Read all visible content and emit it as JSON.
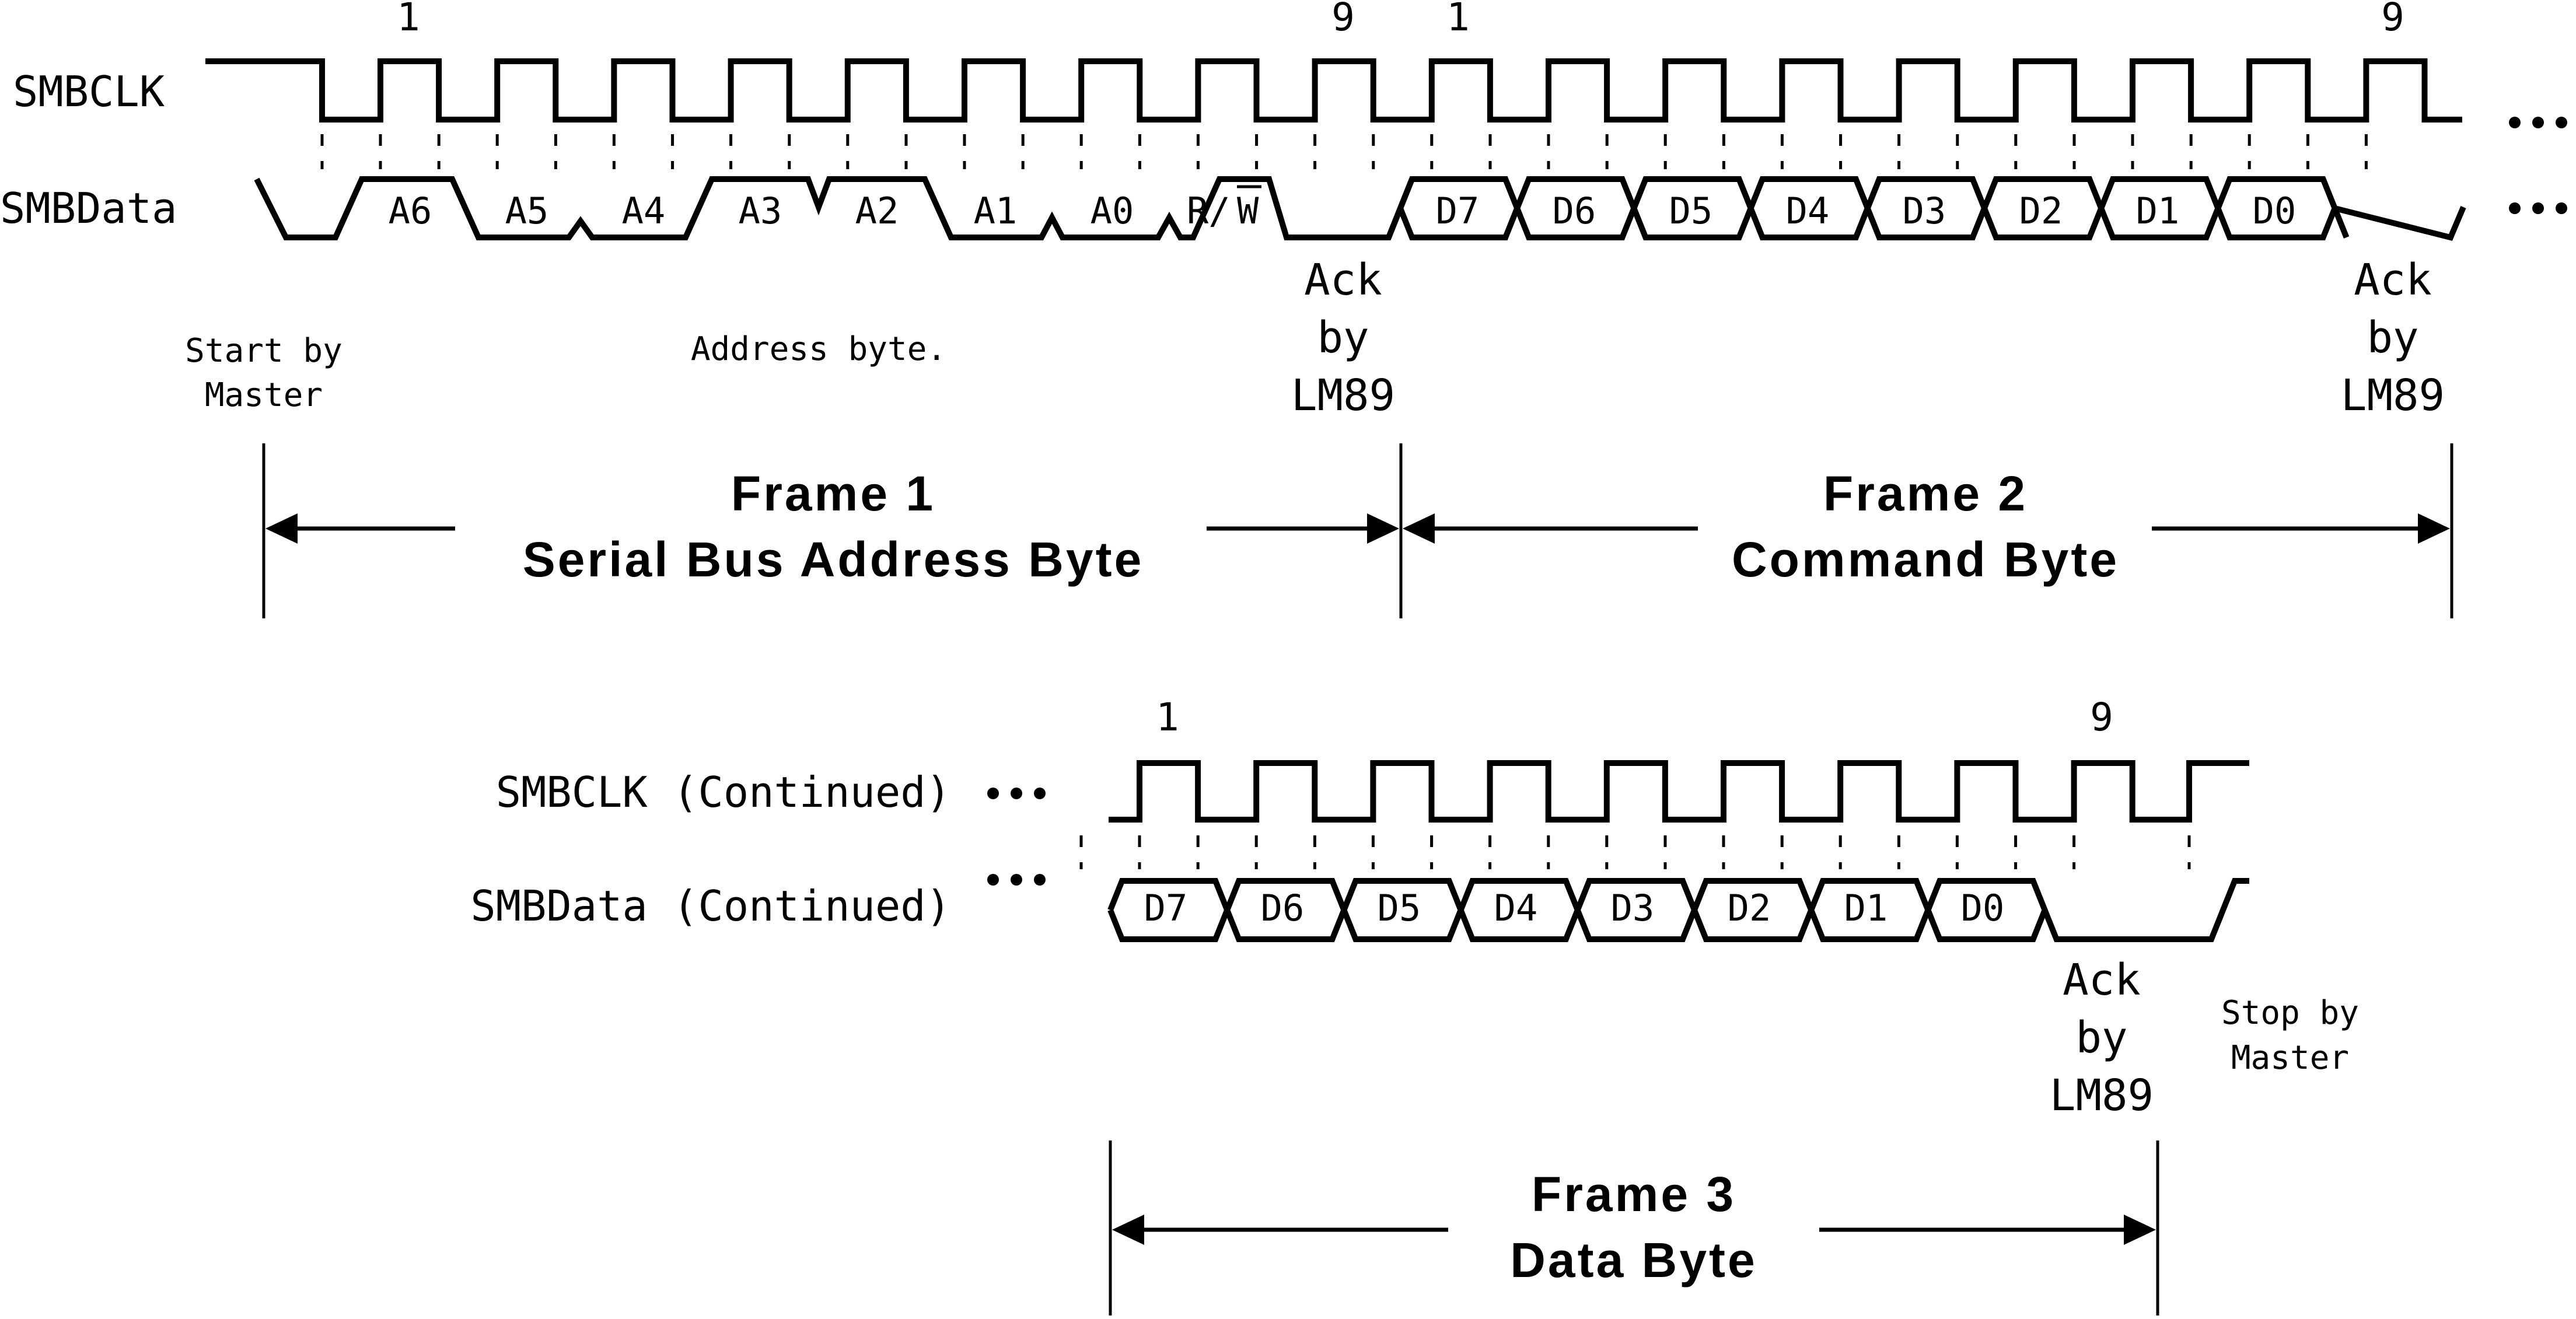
{
  "signals": {
    "clk": "SMBCLK",
    "data": "SMBData",
    "clk_continued": "SMBCLK (Continued)",
    "data_continued": "SMBData (Continued)"
  },
  "clock_numbers": {
    "frame1_start": "1",
    "frame1_end": "9",
    "frame2_start": "1",
    "frame2_end": "9",
    "frame3_start": "1",
    "frame3_end": "9"
  },
  "address_bits": [
    "A6",
    "A5",
    "A4",
    "A3",
    "A2",
    "A1",
    "A0"
  ],
  "rw_bit": {
    "r": "R/",
    "w": "W"
  },
  "data_bits": [
    "D7",
    "D6",
    "D5",
    "D4",
    "D3",
    "D2",
    "D1",
    "D0"
  ],
  "annotations": {
    "start": [
      "Start by",
      "Master"
    ],
    "address": "Address byte.",
    "ack": [
      "Ack",
      "by",
      "LM89"
    ],
    "stop": [
      "Stop by",
      "Master"
    ]
  },
  "frames": [
    {
      "title": "Frame 1",
      "subtitle": "Serial Bus Address Byte"
    },
    {
      "title": "Frame 2",
      "subtitle": "Command Byte"
    },
    {
      "title": "Frame 3",
      "subtitle": "Data Byte"
    }
  ]
}
